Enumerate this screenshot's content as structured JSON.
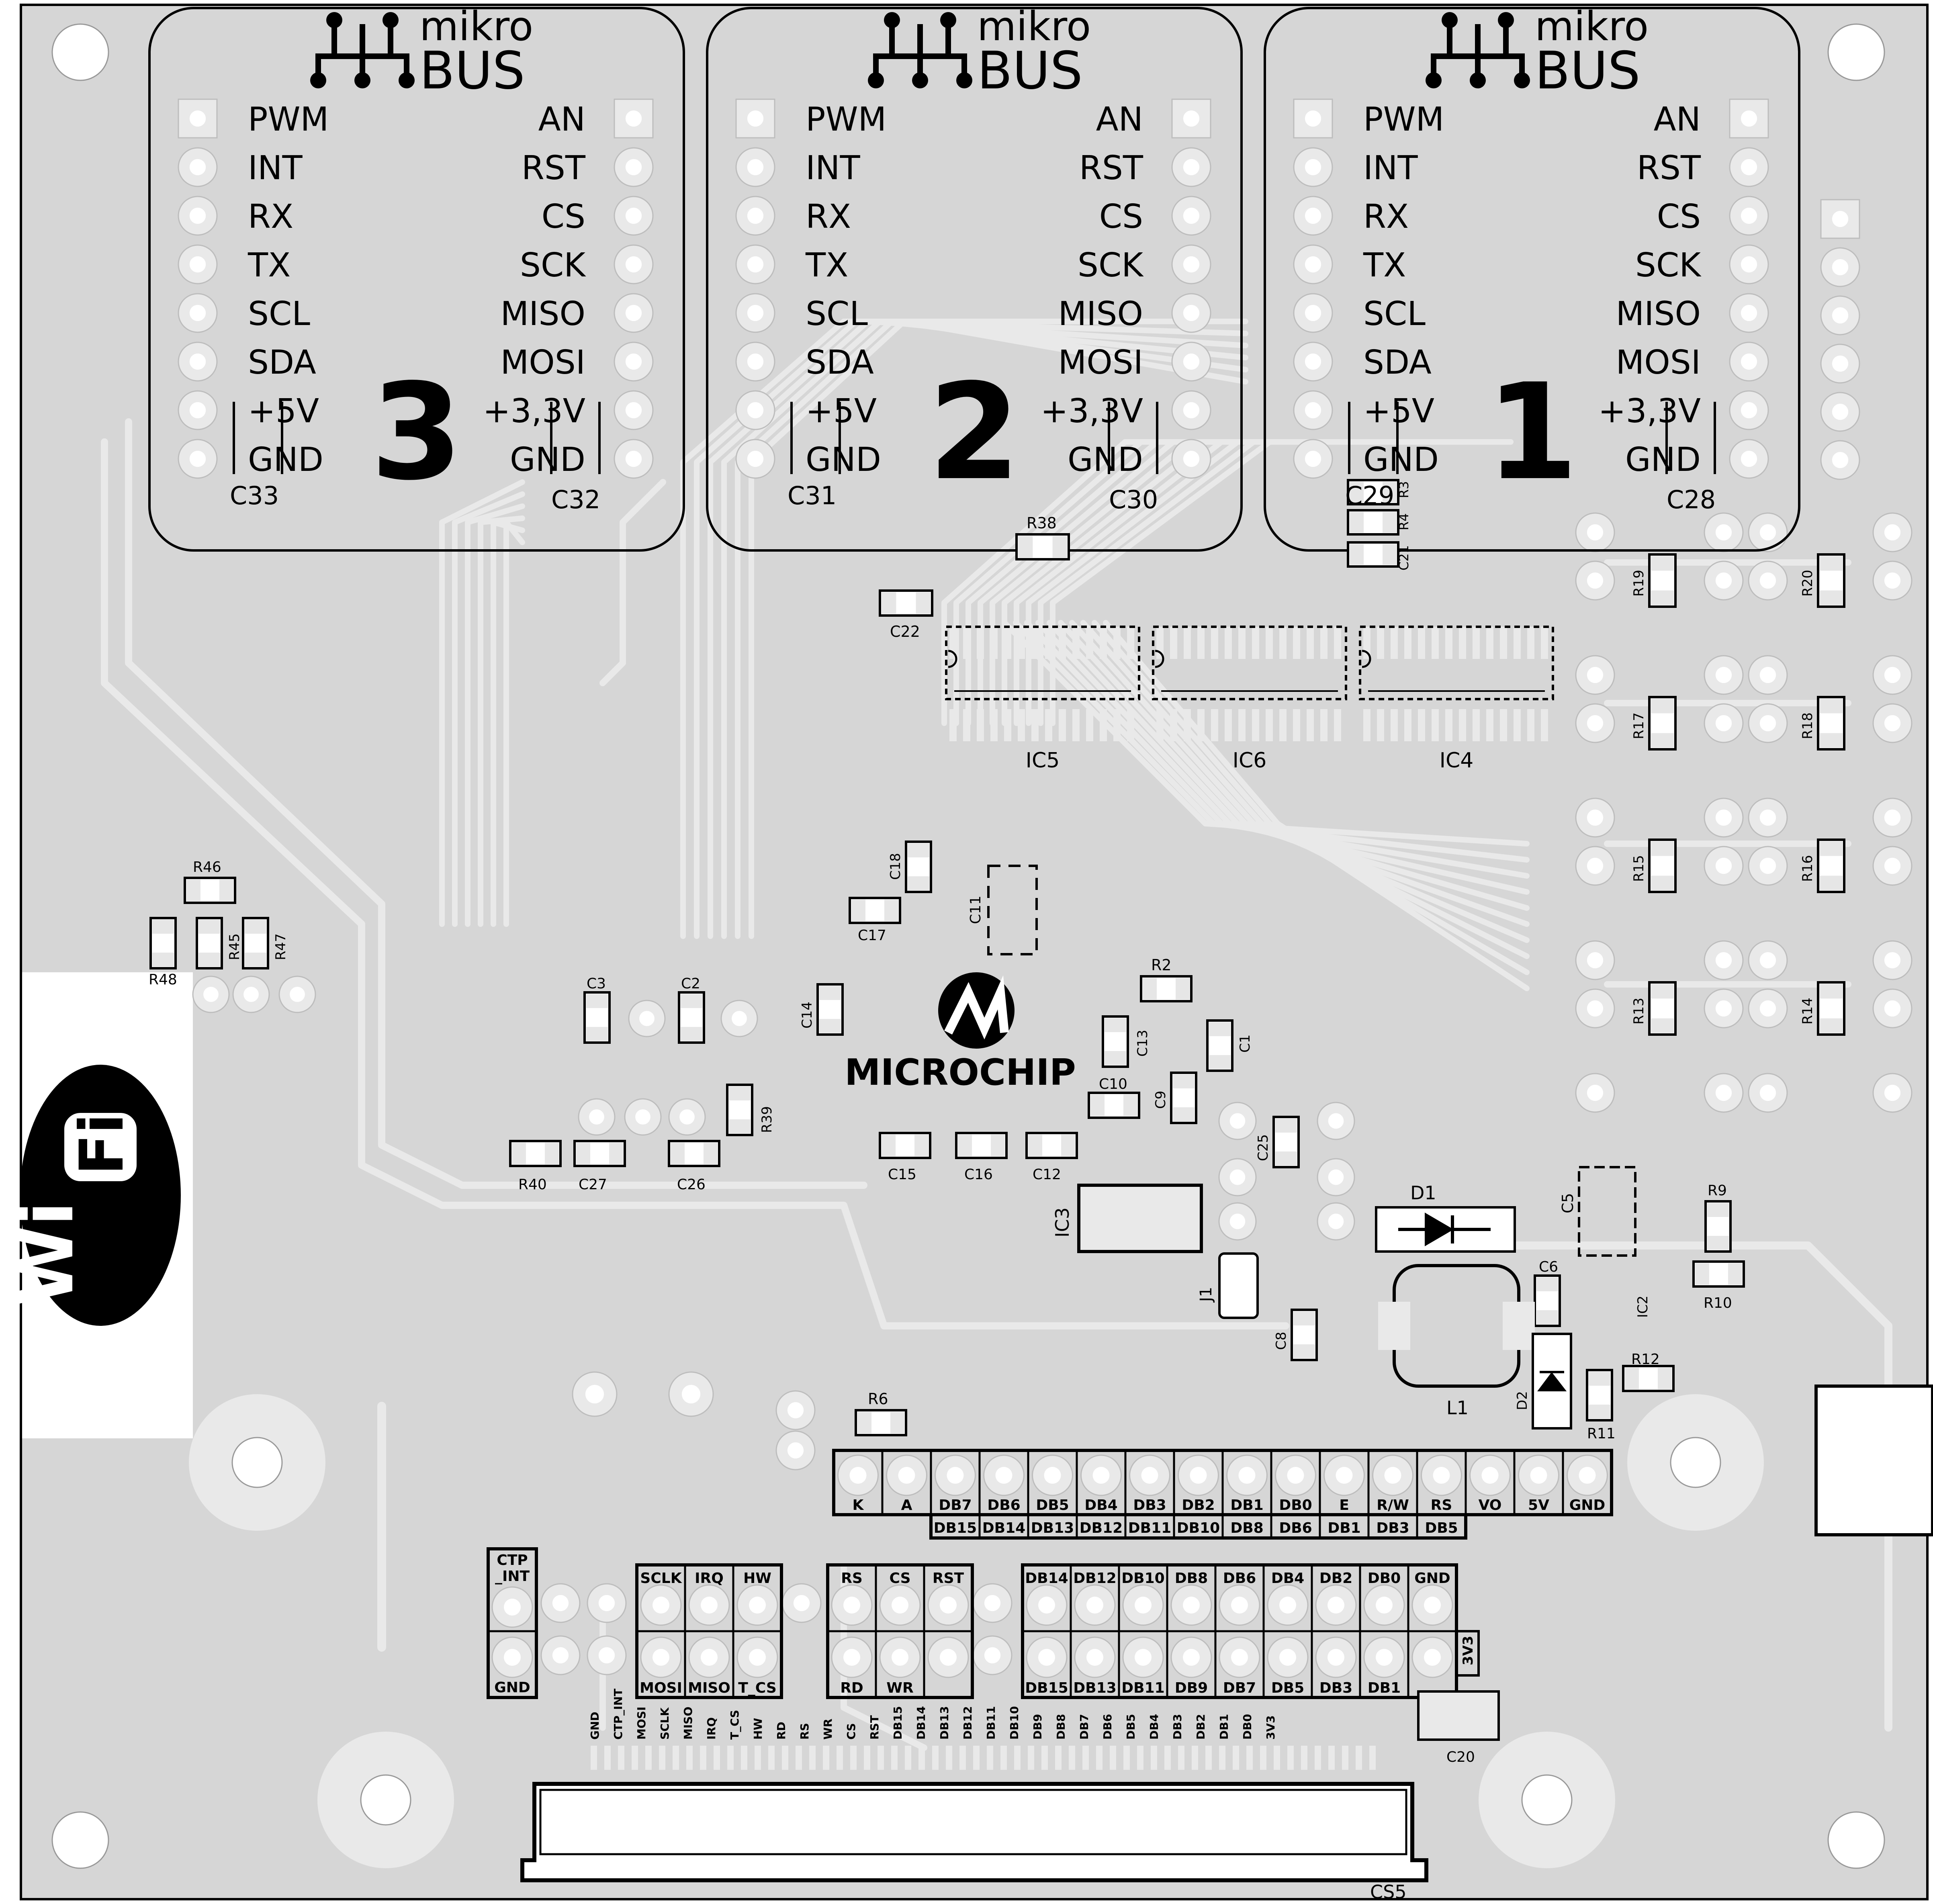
{
  "colors": {
    "board": "#d6d6d6",
    "copper": "#e9e9e9",
    "silk": "#000000",
    "white": "#ffffff"
  },
  "mikrobus": {
    "brand_top": "mikro",
    "brand_bottom": "BUS",
    "left_pins": [
      "PWM",
      "INT",
      "RX",
      "TX",
      "SCL",
      "SDA",
      "+5V",
      "GND"
    ],
    "right_pins": [
      "AN",
      "RST",
      "CS",
      "SCK",
      "MISO",
      "MOSI",
      "+3,3V",
      "GND"
    ],
    "sockets": [
      {
        "number": "3",
        "cap_left": "C33",
        "cap_right": "C32"
      },
      {
        "number": "2",
        "cap_left": "C31",
        "cap_right": "C30"
      },
      {
        "number": "1",
        "cap_left": "C29",
        "cap_right": "C28"
      }
    ]
  },
  "logos": {
    "microchip": "MICROCHIP",
    "wifi_1": "Wi",
    "wifi_2": "Fi"
  },
  "ics": [
    "IC5",
    "IC6",
    "IC4"
  ],
  "designators": [
    {
      "id": "R3",
      "label": "R3"
    },
    {
      "id": "R4",
      "label": "R4"
    },
    {
      "id": "C21",
      "label": "C21"
    },
    {
      "id": "R38",
      "label": "R38"
    },
    {
      "id": "C22",
      "label": "C22"
    },
    {
      "id": "R19",
      "label": "R19"
    },
    {
      "id": "R20",
      "label": "R20"
    },
    {
      "id": "R17",
      "label": "R17"
    },
    {
      "id": "R18",
      "label": "R18"
    },
    {
      "id": "R15",
      "label": "R15"
    },
    {
      "id": "R16",
      "label": "R16"
    },
    {
      "id": "R13",
      "label": "R13"
    },
    {
      "id": "R14",
      "label": "R14"
    },
    {
      "id": "R46",
      "label": "R46"
    },
    {
      "id": "R48",
      "label": "R48"
    },
    {
      "id": "R45",
      "label": "R45"
    },
    {
      "id": "R47",
      "label": "R47"
    },
    {
      "id": "C18",
      "label": "C18"
    },
    {
      "id": "C17",
      "label": "C17"
    },
    {
      "id": "C11",
      "label": "C11"
    },
    {
      "id": "C3",
      "label": "C3"
    },
    {
      "id": "C2",
      "label": "C2"
    },
    {
      "id": "C14",
      "label": "C14"
    },
    {
      "id": "R2",
      "label": "R2"
    },
    {
      "id": "C13",
      "label": "C13"
    },
    {
      "id": "C1",
      "label": "C1"
    },
    {
      "id": "C10",
      "label": "C10"
    },
    {
      "id": "C9",
      "label": "C9"
    },
    {
      "id": "R39",
      "label": "R39"
    },
    {
      "id": "R40",
      "label": "R40"
    },
    {
      "id": "C27",
      "label": "C27"
    },
    {
      "id": "C26",
      "label": "C26"
    },
    {
      "id": "C15",
      "label": "C15"
    },
    {
      "id": "C16",
      "label": "C16"
    },
    {
      "id": "C12",
      "label": "C12"
    },
    {
      "id": "C25",
      "label": "C25"
    },
    {
      "id": "IC3",
      "label": "IC3"
    },
    {
      "id": "J1",
      "label": "J1"
    },
    {
      "id": "D1",
      "label": "D1"
    },
    {
      "id": "C5",
      "label": "C5"
    },
    {
      "id": "R9",
      "label": "R9"
    },
    {
      "id": "R10",
      "label": "R10"
    },
    {
      "id": "C6",
      "label": "C6"
    },
    {
      "id": "IC2",
      "label": "IC2"
    },
    {
      "id": "C8",
      "label": "C8"
    },
    {
      "id": "L1",
      "label": "L1"
    },
    {
      "id": "D2",
      "label": "D2"
    },
    {
      "id": "R12",
      "label": "R12"
    },
    {
      "id": "R11",
      "label": "R11"
    },
    {
      "id": "R6",
      "label": "R6"
    },
    {
      "id": "C20",
      "label": "C20"
    },
    {
      "id": "CS5",
      "label": "CS5"
    }
  ],
  "lcd_header": {
    "top": [
      "K",
      "A",
      "DB7",
      "DB6",
      "DB5",
      "DB4",
      "DB3",
      "DB2",
      "DB1",
      "DB0",
      "E",
      "R/W",
      "RS",
      "VO",
      "5V",
      "GND"
    ],
    "bottom": [
      "DB15",
      "DB14",
      "DB13",
      "DB12",
      "DB11",
      "DB10",
      "DB8",
      "DB6",
      "DB1",
      "DB3",
      "DB5"
    ]
  },
  "tft_header": {
    "ctp_top": "CTP\n_INT",
    "ctp_bottom": "GND",
    "spi_top": [
      "SCLK",
      "IRQ",
      "HW"
    ],
    "spi_bottom": [
      "MOSI",
      "MISO",
      "T_CS"
    ],
    "ctl_top": [
      "RS",
      "CS",
      "RST"
    ],
    "ctl_bottom": [
      "RD",
      "WR"
    ],
    "data_top": [
      "DB14",
      "DB12",
      "DB10",
      "DB8",
      "DB6",
      "DB4",
      "DB2",
      "DB0",
      "GND"
    ],
    "data_bottom": [
      "DB15",
      "DB13",
      "DB11",
      "DB9",
      "DB7",
      "DB5",
      "DB3",
      "DB1"
    ],
    "extra": "3V3"
  },
  "fpc_labels": [
    "GND",
    "CTP_INT",
    "MOSI",
    "SCLK",
    "MISO",
    "IRQ",
    "T_CS",
    "HW",
    "RD",
    "RS",
    "WR",
    "CS",
    "RST",
    "DB15",
    "DB14",
    "DB13",
    "DB12",
    "DB11",
    "DB10",
    "DB9",
    "DB8",
    "DB7",
    "DB6",
    "DB5",
    "DB4",
    "DB3",
    "DB2",
    "DB1",
    "DB0",
    "3V3"
  ]
}
